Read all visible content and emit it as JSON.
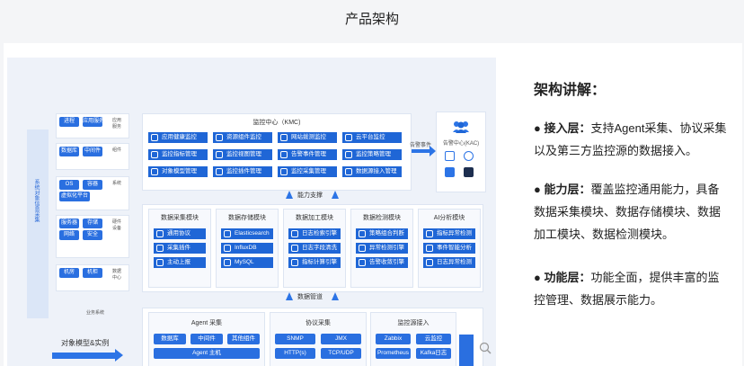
{
  "page_title": "产品架构",
  "diagram": {
    "left_bar": "系统对象信息采集",
    "left_groups": [
      {
        "items": [
          "进程",
          "应用服务"
        ],
        "label": "应用\n服务"
      },
      {
        "items": [
          "数据库",
          "中间件"
        ],
        "label": "组件"
      },
      {
        "items": [
          "OS",
          "容器",
          "虚拟化平台"
        ],
        "label": "系统"
      },
      {
        "items": [
          "服务器",
          "存储",
          "网络",
          "安全"
        ],
        "label": "硬件\n设备"
      },
      {
        "items": [
          "机房",
          "机柜"
        ],
        "label": "数据\n中心"
      }
    ],
    "left_caption": "业务系统",
    "object_model": "对象模型&实例",
    "kmc": {
      "title": "监控中心（KMC)",
      "buttons": [
        "应用健康监控",
        "资源组件监控",
        "网站拨测监控",
        "云平台监控",
        "监控指标管理",
        "监控视图管理",
        "告警事件管理",
        "监控策略管理",
        "对象模型管理",
        "监控插件管理",
        "监控采集管理",
        "数据源接入管理"
      ]
    },
    "alert_event": "告警事件",
    "kac": {
      "title": "告警中心(KAC)"
    },
    "capability": "能力支撑",
    "modules": [
      {
        "title": "数据采集模块",
        "items": [
          "通用协议",
          "采集插件",
          "主动上报"
        ]
      },
      {
        "title": "数据存储模块",
        "items": [
          "Elasticsearch",
          "InfluxDB",
          "MySQL"
        ]
      },
      {
        "title": "数据加工模块",
        "items": [
          "日志检索引擎",
          "日志字段清洗",
          "指标计算引擎"
        ]
      },
      {
        "title": "数据检测模块",
        "items": [
          "策略组合判断",
          "异常检测引擎",
          "告警收敛引擎"
        ]
      },
      {
        "title": "AI分析模块",
        "items": [
          "指标异常检测",
          "事件智能分析",
          "日志异常检测"
        ]
      }
    ],
    "pipeline": "数据管道",
    "bottom": {
      "agent": {
        "title": "Agent 采集",
        "items": [
          "数据库",
          "中间件",
          "其他组件",
          "Agent 主机"
        ]
      },
      "protocol": {
        "title": "协议采集",
        "items": [
          "SNMP",
          "JMX",
          "HTTP(s)",
          "TCP/UDP"
        ]
      },
      "source": {
        "title": "监控源接入",
        "items": [
          "Zabbix",
          "云监控",
          "Prometheus",
          "Kafka日志"
        ]
      }
    }
  },
  "explain": {
    "heading": "架构讲解：",
    "points": [
      {
        "bullet": "● ",
        "name": "接入层：",
        "text": "支持Agent采集、协议采集以及第三方监控源的数据接入。"
      },
      {
        "bullet": "● ",
        "name": "能力层：",
        "text": "覆盖监控通用能力，具备数据采集模块、数据存储模块、数据加工模块、数据检测模块。"
      },
      {
        "bullet": "● ",
        "name": "功能层：",
        "text": "功能全面，提供丰富的监控管理、数据展示能力。"
      }
    ]
  }
}
